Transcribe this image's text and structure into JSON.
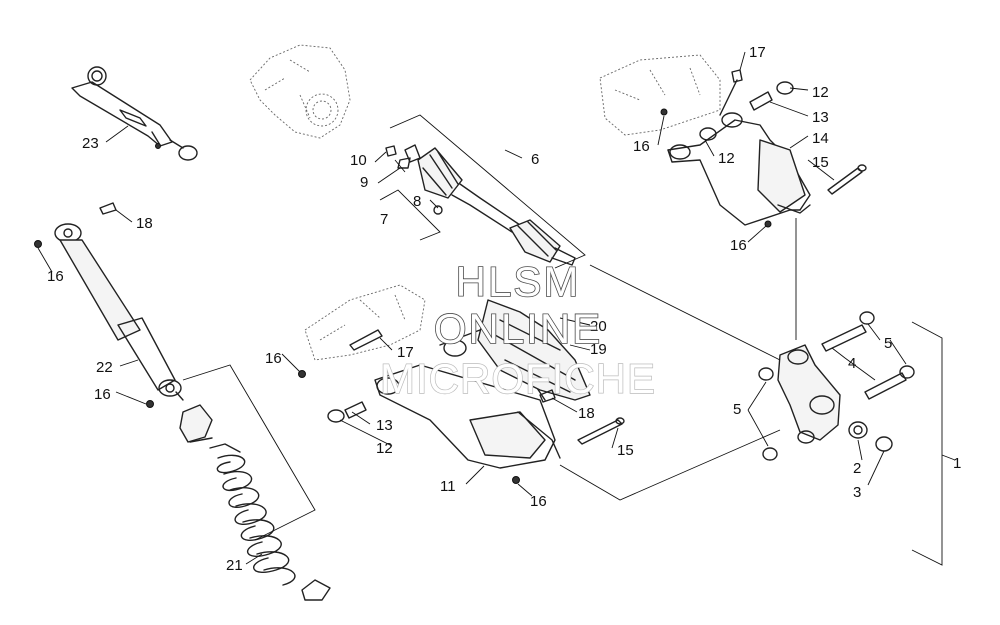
{
  "diagram": {
    "watermark": {
      "line1": "HLSM",
      "line2": "ONLINE",
      "line3": "MICROFICHE"
    },
    "callouts": [
      {
        "id": "c1",
        "label": "1"
      },
      {
        "id": "c2",
        "label": "2"
      },
      {
        "id": "c3",
        "label": "3"
      },
      {
        "id": "c4",
        "label": "4"
      },
      {
        "id": "c5a",
        "label": "5"
      },
      {
        "id": "c5b",
        "label": "5"
      },
      {
        "id": "c6",
        "label": "6"
      },
      {
        "id": "c7",
        "label": "7"
      },
      {
        "id": "c8",
        "label": "8"
      },
      {
        "id": "c9",
        "label": "9"
      },
      {
        "id": "c10",
        "label": "10"
      },
      {
        "id": "c11",
        "label": "11"
      },
      {
        "id": "c12a",
        "label": "12"
      },
      {
        "id": "c12b",
        "label": "12"
      },
      {
        "id": "c12c",
        "label": "12"
      },
      {
        "id": "c13a",
        "label": "13"
      },
      {
        "id": "c13b",
        "label": "13"
      },
      {
        "id": "c14",
        "label": "14"
      },
      {
        "id": "c15a",
        "label": "15"
      },
      {
        "id": "c15b",
        "label": "15"
      },
      {
        "id": "c16a",
        "label": "16"
      },
      {
        "id": "c16b",
        "label": "16"
      },
      {
        "id": "c16c",
        "label": "16"
      },
      {
        "id": "c16d",
        "label": "16"
      },
      {
        "id": "c16e",
        "label": "16"
      },
      {
        "id": "c16f",
        "label": "16"
      },
      {
        "id": "c17a",
        "label": "17"
      },
      {
        "id": "c17b",
        "label": "17"
      },
      {
        "id": "c18a",
        "label": "18"
      },
      {
        "id": "c18b",
        "label": "18"
      },
      {
        "id": "c19",
        "label": "19"
      },
      {
        "id": "c20",
        "label": "20"
      },
      {
        "id": "c21",
        "label": "21"
      },
      {
        "id": "c22",
        "label": "22"
      },
      {
        "id": "c23",
        "label": "23"
      }
    ]
  }
}
